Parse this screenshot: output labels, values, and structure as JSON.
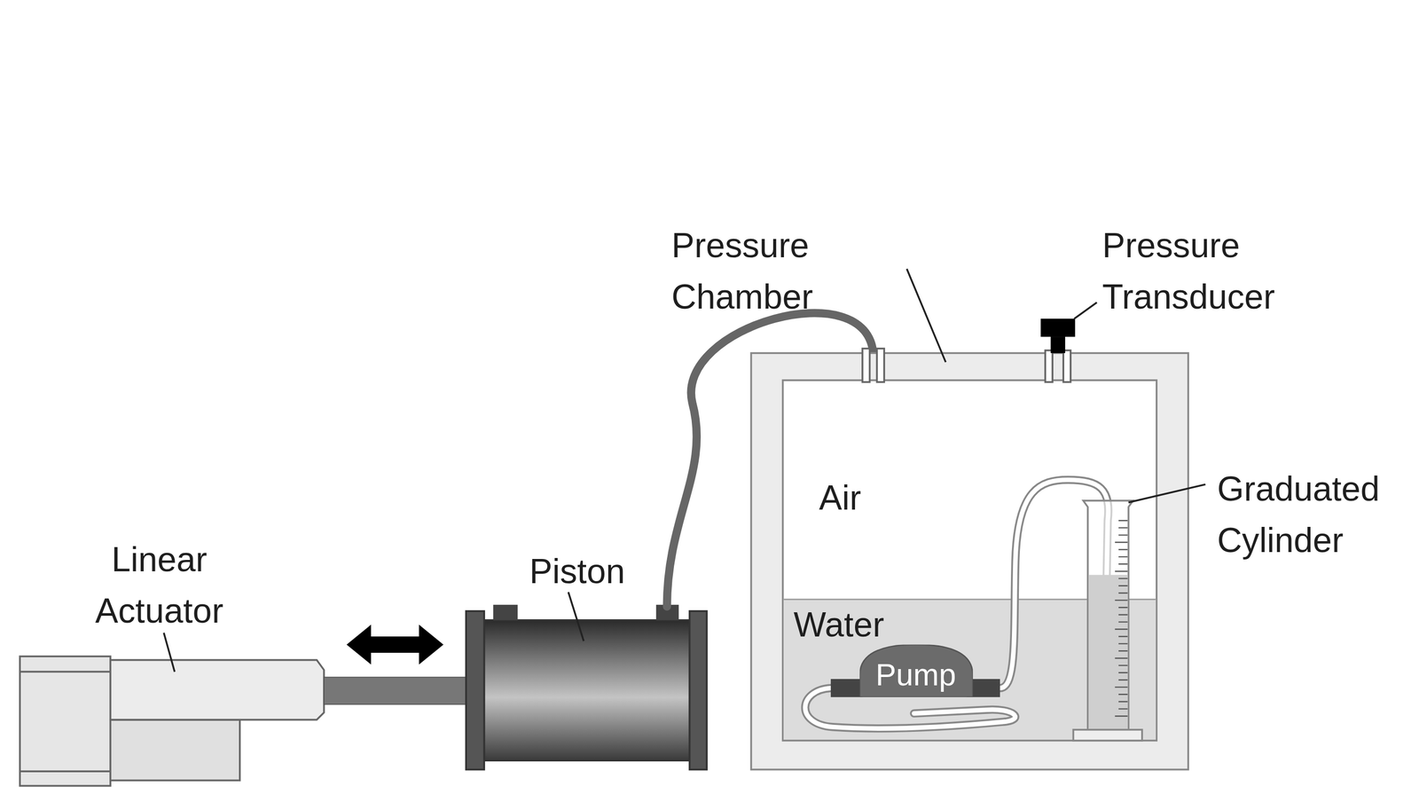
{
  "diagram": {
    "nodes": [
      {
        "text": [
          "Pump"
        ]
      }
    ],
    "labels": [
      "Pressure Chamber",
      "Pressure Transducer",
      "Linear Actuator",
      "Piston",
      "Air",
      "Water",
      "Graduated Cylinder"
    ]
  }
}
